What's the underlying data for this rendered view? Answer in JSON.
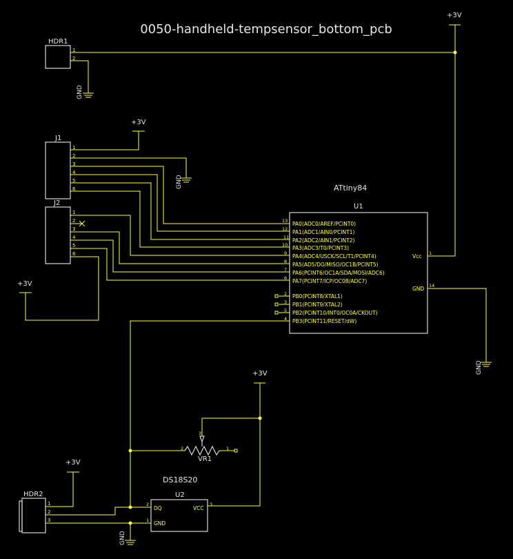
{
  "title": "0050-handheld-tempsensor_bottom_pcb",
  "power": {
    "v3": "+3V",
    "gnd": "GND"
  },
  "hdr1": {
    "ref": "HDR1",
    "pins": [
      "1",
      "2"
    ]
  },
  "j1": {
    "ref": "J1",
    "pins": [
      "1",
      "2",
      "3",
      "4",
      "5",
      "6"
    ]
  },
  "j2": {
    "ref": "J2",
    "pins": [
      "1",
      "2",
      "3",
      "4",
      "5",
      "6"
    ]
  },
  "u1": {
    "part": "ATtiny84",
    "ref": "U1",
    "left_pins": [
      {
        "num": "13",
        "label": "PA0(ADC0/AREF/PCINT0)"
      },
      {
        "num": "12",
        "label": "PA1(ADC1/AIN0/PCINT1)"
      },
      {
        "num": "11",
        "label": "PA2(ADC2/AIN1/PCINT2)"
      },
      {
        "num": "10",
        "label": "PA3(ADC3/T0/PCINT3)"
      },
      {
        "num": "9",
        "label": "PA4(ADC4/USCK/SCL/T1/PCINT4)"
      },
      {
        "num": "8",
        "label": "PA5(AD5/DO/MISO/OC1B/PCINT5)"
      },
      {
        "num": "7",
        "label": "PA6(PCINT6/OC1A/SDA/MOSI/ADC6)"
      },
      {
        "num": "6",
        "label": "PA7(PCINT7/ICP/OC0B/ADC7)"
      },
      {
        "num": "2",
        "label": "PB0(PCINT8/XTAL1)"
      },
      {
        "num": "3",
        "label": "PB1(PCINT9/XTAL2)"
      },
      {
        "num": "5",
        "label": "PB2(PCINT10/INT0/OC0A/CKOUT)"
      },
      {
        "num": "4",
        "label": "PB3(PCINT11/RESET/dW)"
      }
    ],
    "right_pins": [
      {
        "num": "1",
        "label": "Vcc"
      },
      {
        "num": "14",
        "label": "GND"
      }
    ]
  },
  "vr1": {
    "ref": "VR1",
    "pins": [
      "1",
      "2",
      "3"
    ]
  },
  "u2": {
    "part": "DS18S20",
    "ref": "U2",
    "pins": [
      {
        "num": "2",
        "label": "DQ"
      },
      {
        "num": "1",
        "label": "GND"
      },
      {
        "num": "3",
        "label": "VCC"
      }
    ]
  },
  "hdr2": {
    "ref": "HDR2",
    "pins": [
      "1",
      "2",
      "3"
    ]
  }
}
